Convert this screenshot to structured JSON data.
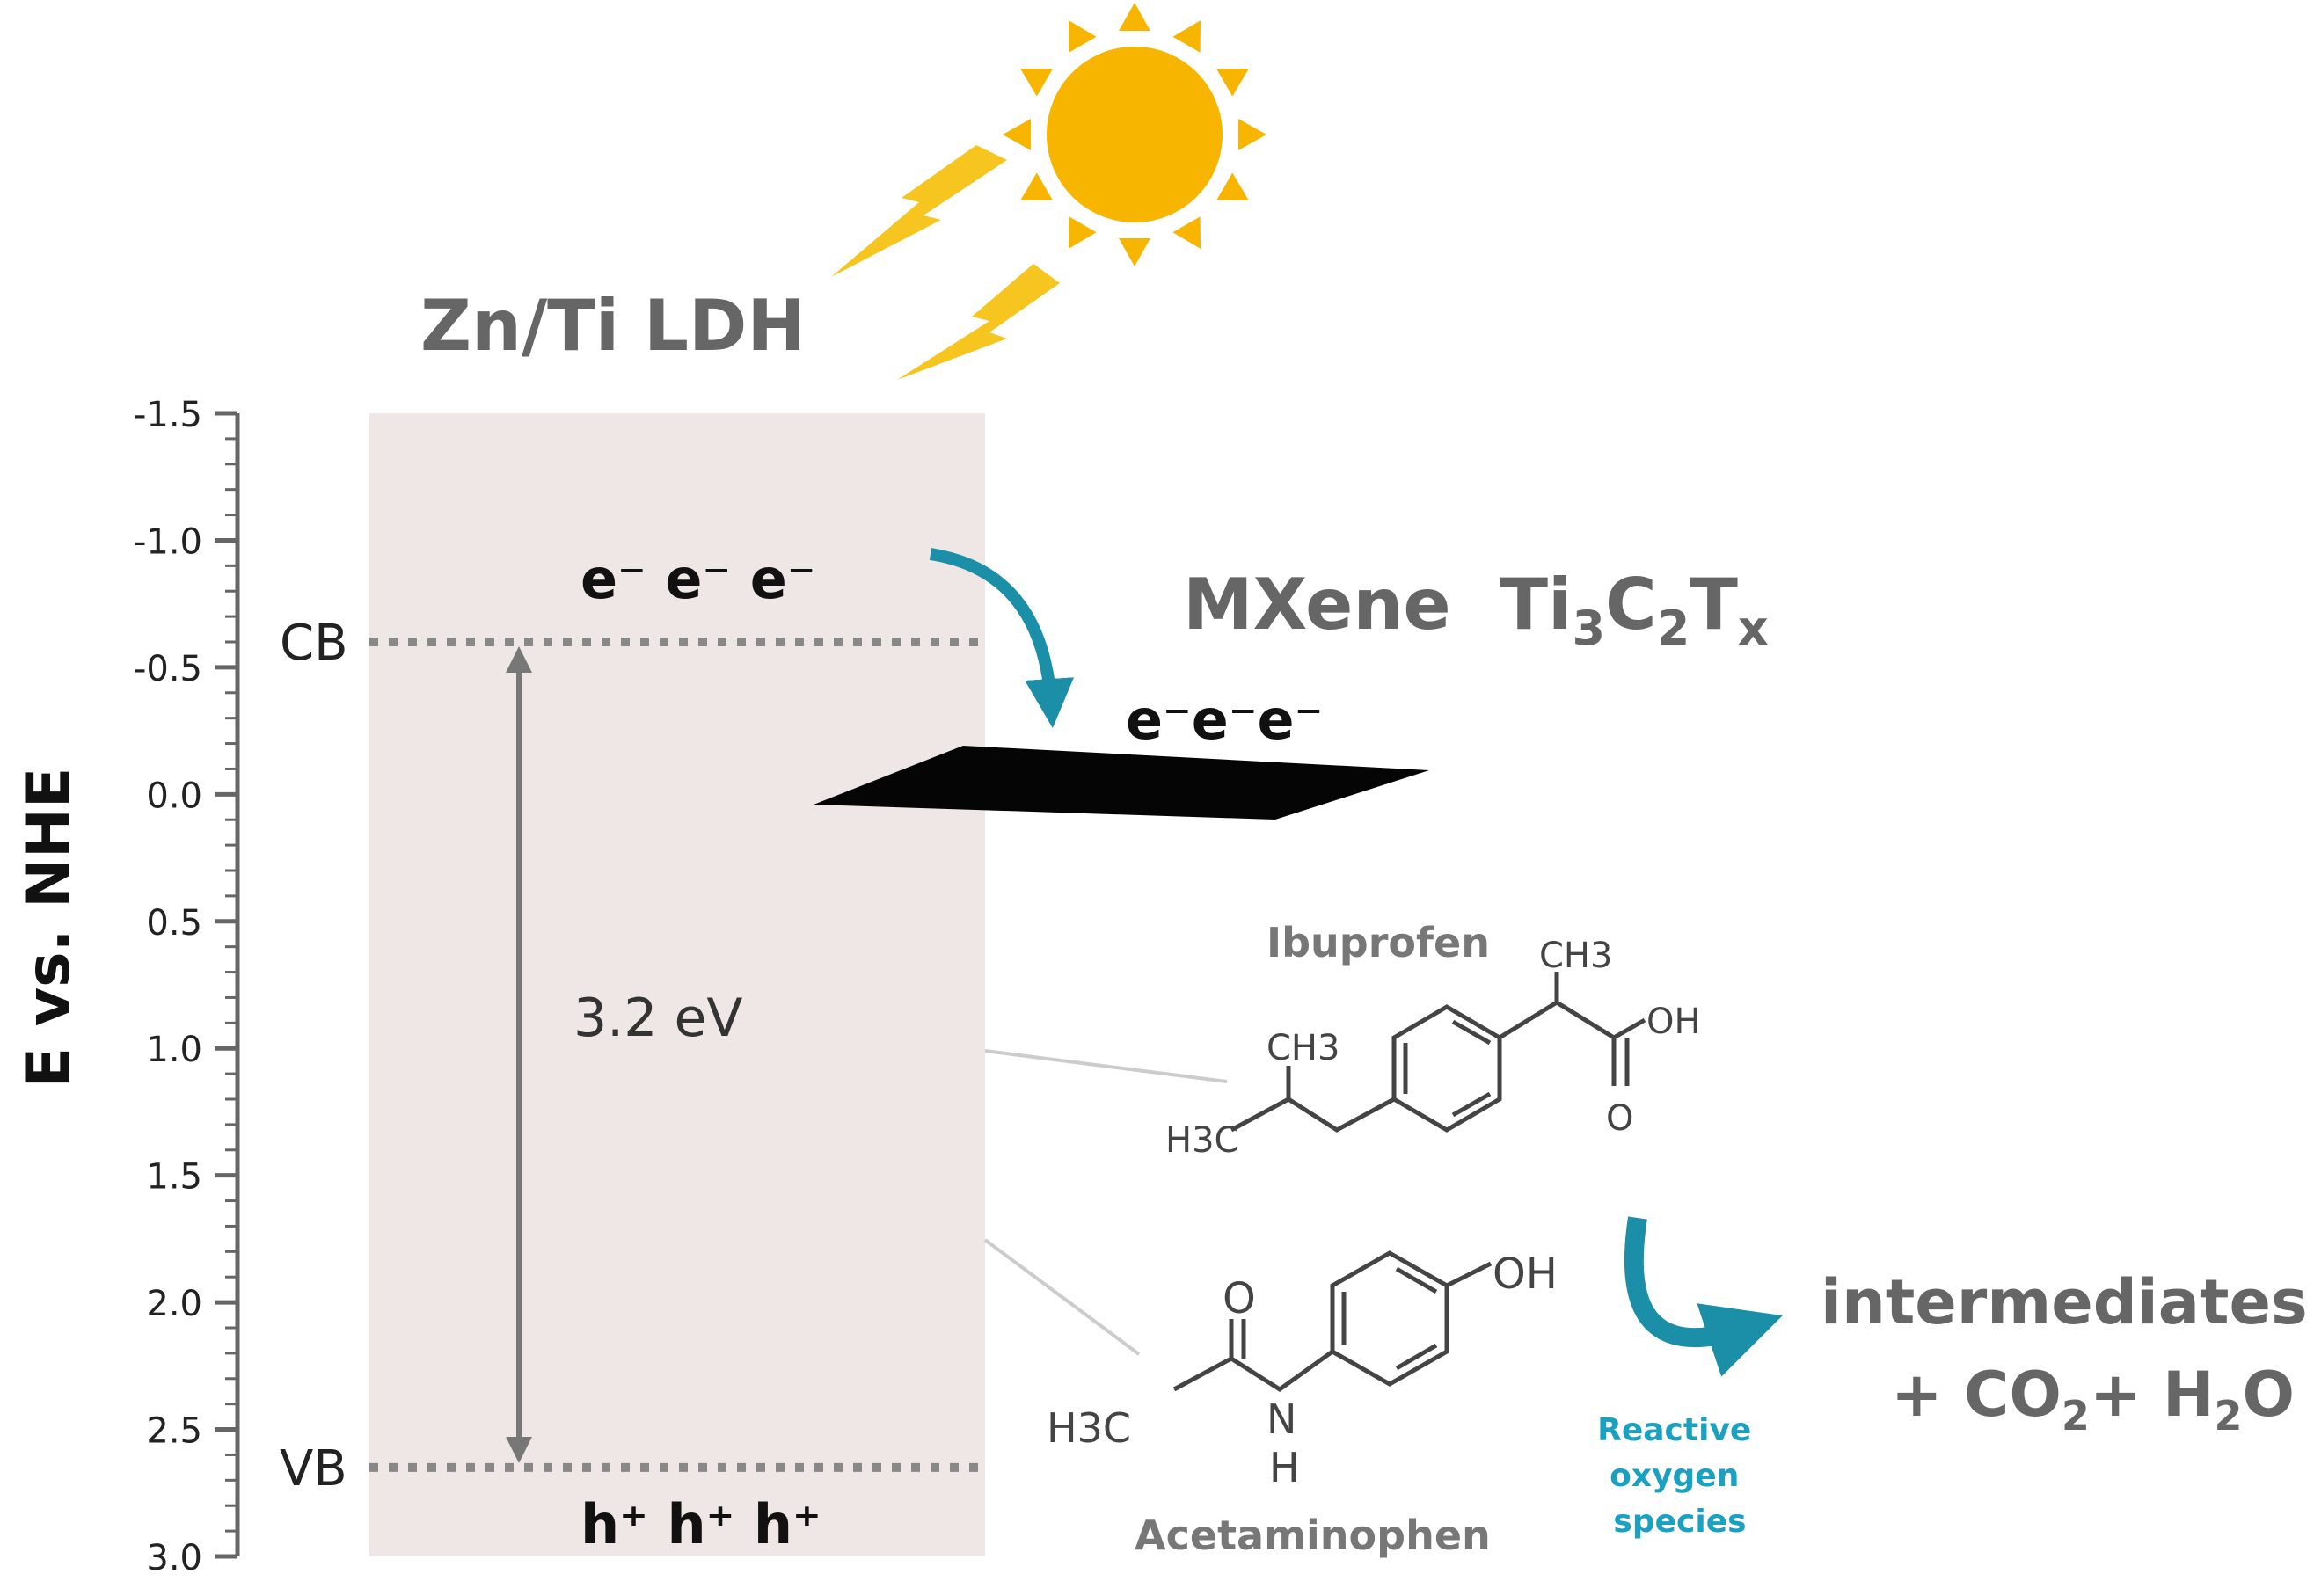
{
  "title": "Zn/Ti LDH",
  "axis": {
    "label": "E vs. NHE",
    "min": -1.5,
    "max": 3.0,
    "ticks": [
      "-1.5",
      "-1.0",
      "-0.5",
      "0.0",
      "0.5",
      "1.0",
      "1.5",
      "2.0",
      "2.5",
      "3.0"
    ]
  },
  "bands": {
    "cb_label": "CB",
    "vb_label": "VB",
    "cb_value": -0.6,
    "vb_value": 2.65,
    "gap": "3.2 eV",
    "electrons": "e⁻ e⁻ e⁻",
    "holes": "h⁺ h⁺ h⁺"
  },
  "mxene": {
    "name": "MXene",
    "formula_base": "Ti",
    "sub1": "3",
    "c": "C",
    "sub2": "2",
    "t": "T",
    "sub3": "x",
    "electrons": "e⁻e⁻e⁻"
  },
  "ibuprofen": {
    "name": "Ibuprofen",
    "ch3_top": "CH3",
    "ch3_left": "CH3",
    "h3c": "H3C",
    "oh": "OH",
    "o": "O"
  },
  "acetaminophen": {
    "name": "Acetaminophen",
    "oh": "OH",
    "o": "O",
    "h3c": "H3C",
    "n": "N",
    "h": "H"
  },
  "ros": {
    "line1": "Reactive",
    "line2": "oxygen",
    "line3": "species"
  },
  "products": {
    "line1": "intermediates",
    "line2_a": "+ CO",
    "line2_sub": "2",
    "line2_b": "+ H",
    "line2_sub2": "2",
    "line2_c": "O"
  },
  "colors": {
    "sun": "#f7b500",
    "bolt": "#f7c520",
    "arrow": "#1b8fa8",
    "box": "#efe6e6",
    "text_gray": "#666666",
    "ros": "#1aa0c0"
  }
}
